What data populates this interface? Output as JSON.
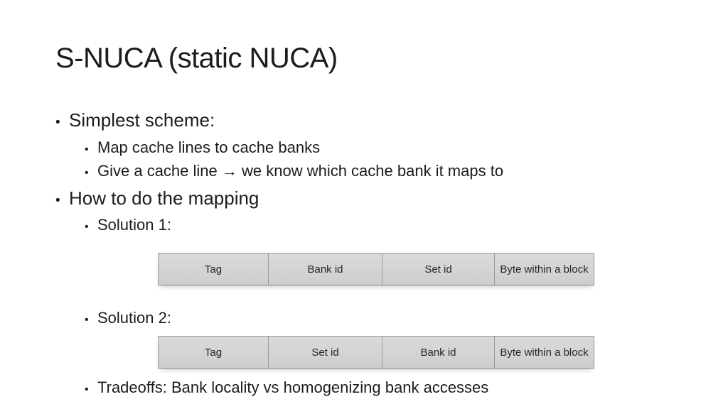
{
  "glyphs": {
    "bullet": "•"
  },
  "slide": {
    "title": "S-NUCA (static NUCA)",
    "bullets": {
      "simplest_scheme": "Simplest scheme:",
      "map_cache_lines": "Map cache lines to cache banks",
      "give_cache_line": "Give a cache line → we know which cache bank it maps to",
      "how_to_map": "How to do the mapping",
      "solution1": "Solution 1:",
      "solution2": "Solution 2:",
      "tradeoffs": "Tradeoffs: Bank locality vs homogenizing bank accesses"
    },
    "table_solution1": {
      "cells": [
        "Tag",
        "Bank id",
        "Set id",
        "Byte within a block"
      ]
    },
    "table_solution2": {
      "cells": [
        "Tag",
        "Set id",
        "Bank id",
        "Byte within a block"
      ]
    },
    "colors": {
      "background": "#ffffff",
      "text": "#1c1c1c",
      "table_cell_bg": "#d4d4d4",
      "table_border": "#9a9a9a"
    }
  }
}
